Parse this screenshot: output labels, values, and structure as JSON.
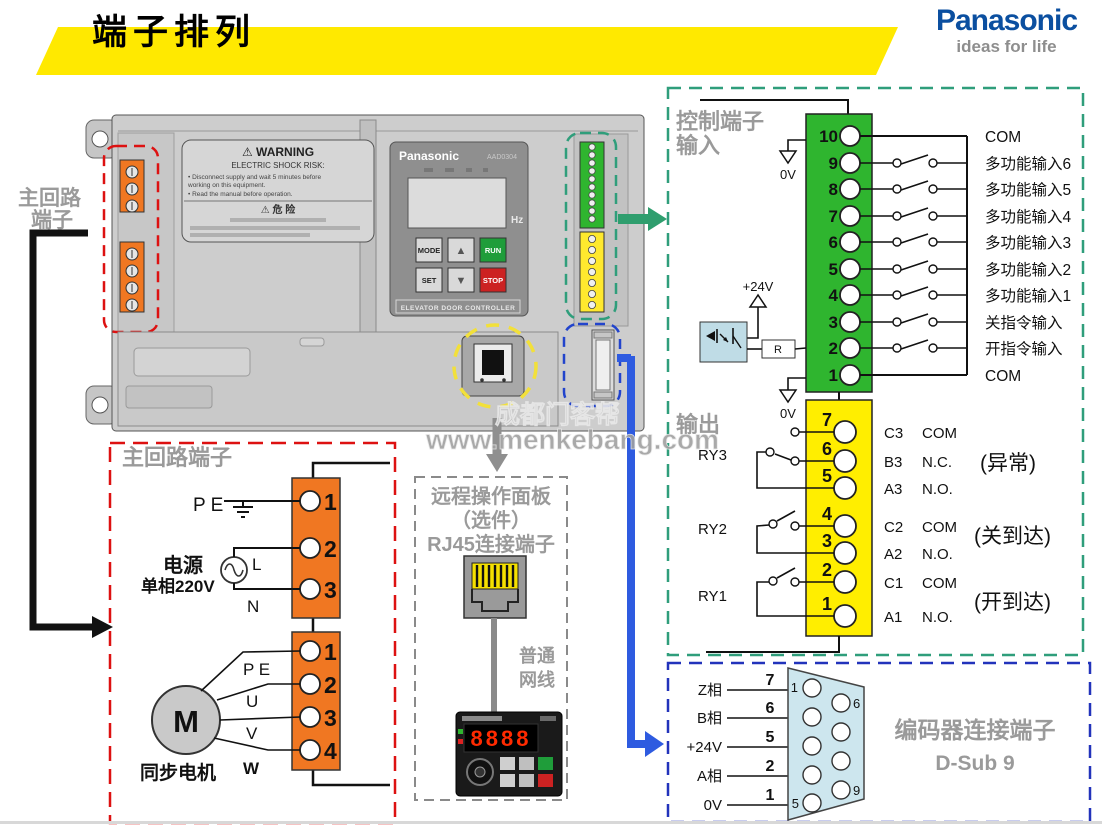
{
  "header": {
    "banner_title": "端子排列",
    "brand": "Panasonic",
    "tagline": "ideas for life"
  },
  "watermark": {
    "line1": "成都门客帮",
    "line2": "www.menkebang.com"
  },
  "side_label": {
    "line1": "主回路",
    "line2": "端子"
  },
  "device": {
    "warning_title": "⚠ WARNING",
    "warning_sub": "ELECTRIC SHOCK RISK:",
    "warning_b1a": "• Disconnect supply and wait 5 minutes before",
    "warning_b1b": "  working on this equipment.",
    "warning_b2": "• Read the manual before operation.",
    "warning_cn": "⚠ 危 险",
    "panel_brand": "Panasonic",
    "panel_model": "AAD0304",
    "display_unit": "Hz",
    "btn_mode": "MODE",
    "btn_up": "▲",
    "btn_run": "RUN",
    "btn_set": "SET",
    "btn_down": "▼",
    "btn_stop": "STOP",
    "panel_footer": "ELEVATOR DOOR CONTROLLER"
  },
  "control_box": {
    "title1": "控制端子",
    "title2": "输入",
    "gnd_top": "0V",
    "gnd_bottom": "0V",
    "plus24": "+24V",
    "resistor": "R",
    "terminals": [
      {
        "no": "10",
        "label": "COM"
      },
      {
        "no": "9",
        "label": "多功能输入6"
      },
      {
        "no": "8",
        "label": "多功能输入5"
      },
      {
        "no": "7",
        "label": "多功能输入4"
      },
      {
        "no": "6",
        "label": "多功能输入3"
      },
      {
        "no": "5",
        "label": "多功能输入2"
      },
      {
        "no": "4",
        "label": "多功能输入1"
      },
      {
        "no": "3",
        "label": "关指令输入"
      },
      {
        "no": "2",
        "label": "开指令输入"
      },
      {
        "no": "1",
        "label": "COM"
      }
    ]
  },
  "output_box": {
    "title": "输出",
    "ry3": "RY3",
    "ry2": "RY2",
    "ry1": "RY1",
    "terminals": [
      {
        "no": "7",
        "code": "C3",
        "type": "COM"
      },
      {
        "no": "6",
        "code": "B3",
        "type": "N.C."
      },
      {
        "no": "5",
        "code": "A3",
        "type": "N.O."
      },
      {
        "no": "4",
        "code": "C2",
        "type": "COM"
      },
      {
        "no": "3",
        "code": "A2",
        "type": "N.O."
      },
      {
        "no": "2",
        "code": "C1",
        "type": "COM"
      },
      {
        "no": "1",
        "code": "A1",
        "type": "N.O."
      }
    ],
    "group1": "(异常)",
    "group2": "(关到达)",
    "group3": "(开到达)"
  },
  "encoder_box": {
    "title": "编码器连接端子",
    "subtitle": "D-Sub 9",
    "pins": [
      {
        "signal": "Z相",
        "pin": "7"
      },
      {
        "signal": "B相",
        "pin": "6"
      },
      {
        "signal": "+24V",
        "pin": "5"
      },
      {
        "signal": "A相",
        "pin": "2"
      },
      {
        "signal": "0V",
        "pin": "1"
      }
    ],
    "corner1": "1",
    "corner6": "6",
    "corner9": "9",
    "corner5": "5"
  },
  "main_box": {
    "title": "主回路端子",
    "pe_top": "P E",
    "power1": "电源",
    "power2": "单相220V",
    "l": "L",
    "n": "N",
    "top_terminals": [
      "1",
      "2",
      "3"
    ],
    "pe_bot": "P E",
    "u": "U",
    "v": "V",
    "w": "W",
    "motor": "M",
    "motor_label": "同步电机",
    "bot_terminals": [
      "1",
      "2",
      "3",
      "4"
    ]
  },
  "remote_box": {
    "title1": "远程操作面板",
    "title2": "（选件）",
    "title3": "RJ45连接端子",
    "cable1": "普通",
    "cable2": "网线",
    "display": "8888"
  },
  "colors": {
    "banner": "#ffe900",
    "brand_blue": "#0b4fa0",
    "green_block": "#2fb52f",
    "yellow_block": "#ffee00",
    "orange_block": "#f07722",
    "teal_dash": "#2f9e7b",
    "blue_dash": "#2233bb",
    "red_dash": "#dd1111",
    "gray_dash": "#8a8a8a",
    "blue_arrow": "#2e5be0",
    "green_arrow": "#2f9e6e"
  }
}
